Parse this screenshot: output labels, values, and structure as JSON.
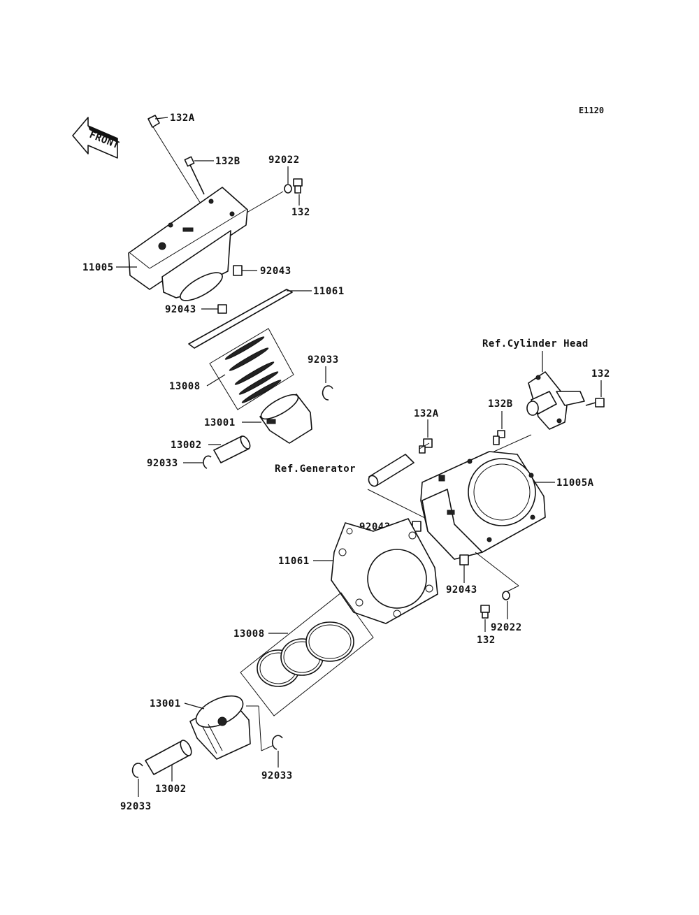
{
  "diagram_code": "E1120",
  "front_arrow_text": "FRONT",
  "labels": {
    "bolt_132a_top": "132A",
    "bolt_132b_top": "132B",
    "washer_92022_top": "92022",
    "bolt_132_top": "132",
    "cylinder_11005": "11005",
    "dowel_92043_top_right": "92043",
    "gasket_11061_top": "11061",
    "dowel_92043_top_left": "92043",
    "rings_13008_top": "13008",
    "clip_92033_top_right": "92033",
    "piston_13001_top": "13001",
    "pin_13002_top": "13002",
    "clip_92033_top_left": "92033",
    "ref_cylinder_head": "Ref.Cylinder Head",
    "bolt_132_right": "132",
    "bolt_132a_mid": "132A",
    "bolt_132b_mid": "132B",
    "ref_generator": "Ref.Generator",
    "cylinder_11005a": "11005A",
    "dowel_92043_mid_left": "92043",
    "gasket_11061_mid": "11061",
    "dowel_92043_mid_right": "92043",
    "washer_92022_mid": "92022",
    "bolt_132_mid": "132",
    "rings_13008_bottom": "13008",
    "piston_13001_bottom": "13001",
    "clip_92033_bottom_right": "92033",
    "pin_13002_bottom": "13002",
    "clip_92033_bottom_left": "92033"
  }
}
